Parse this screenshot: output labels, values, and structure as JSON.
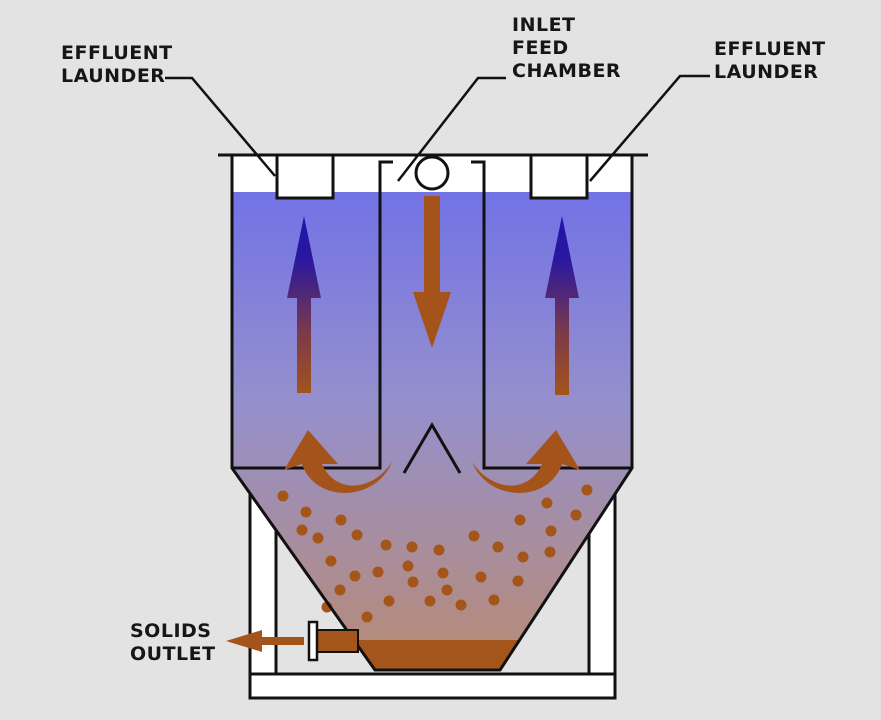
{
  "labels": {
    "left_launder": [
      "EFFLUENT",
      "LAUNDER"
    ],
    "inlet": [
      "INLET",
      "FEED",
      "CHAMBER"
    ],
    "right_launder": [
      "EFFLUENT",
      "LAUNDER"
    ],
    "solids_outlet": [
      "SOLIDS",
      "OUTLET"
    ]
  },
  "colors": {
    "background": "#e3e3e3",
    "water_top": "#7272e6",
    "water_bottom": "#b88b74",
    "sludge": "#a4561a",
    "solids_particle": "#a4561a",
    "down_arrow": "#a4541a",
    "up_arrow_head": "#1d14a8",
    "up_arrow_tail": "#a4541a",
    "frame": "#ffffff",
    "outline": "#111111"
  },
  "icons": {
    "feed_pipe": "circle",
    "flow_arrows": "arrow",
    "outlet_arrow": "arrow-left"
  }
}
